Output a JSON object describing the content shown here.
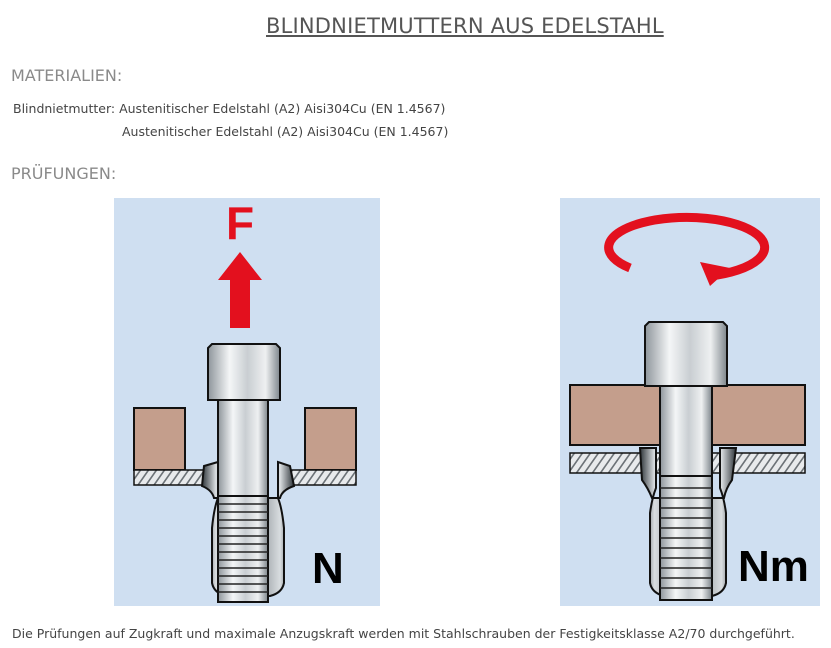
{
  "title": "BLINDNIETMUTTERN AUS EDELSTAHL",
  "materials": {
    "heading": "MATERIALIEN:",
    "label": "Blindnietmutter:",
    "line1": "Austenitischer Edelstahl (A2) Aisi304Cu (EN 1.4567)",
    "line2": "Austenitischer Edelstahl (A2) Aisi304Cu (EN 1.4567)"
  },
  "tests": {
    "heading": "PRÜFUNGEN:",
    "tensile": {
      "force_label": "F",
      "unit_label": "N"
    },
    "torque": {
      "unit_label": "Nm"
    },
    "note": "Die Prüfungen auf Zugkraft und maximale Anzugskraft werden mit Stahlschrauben der Festigkeitsklasse A2/70 durchgeführt."
  },
  "colors": {
    "panel_bg": "#cfdff1",
    "arrow_red": "#e3101e",
    "plate_brown": "#c49e8c"
  }
}
